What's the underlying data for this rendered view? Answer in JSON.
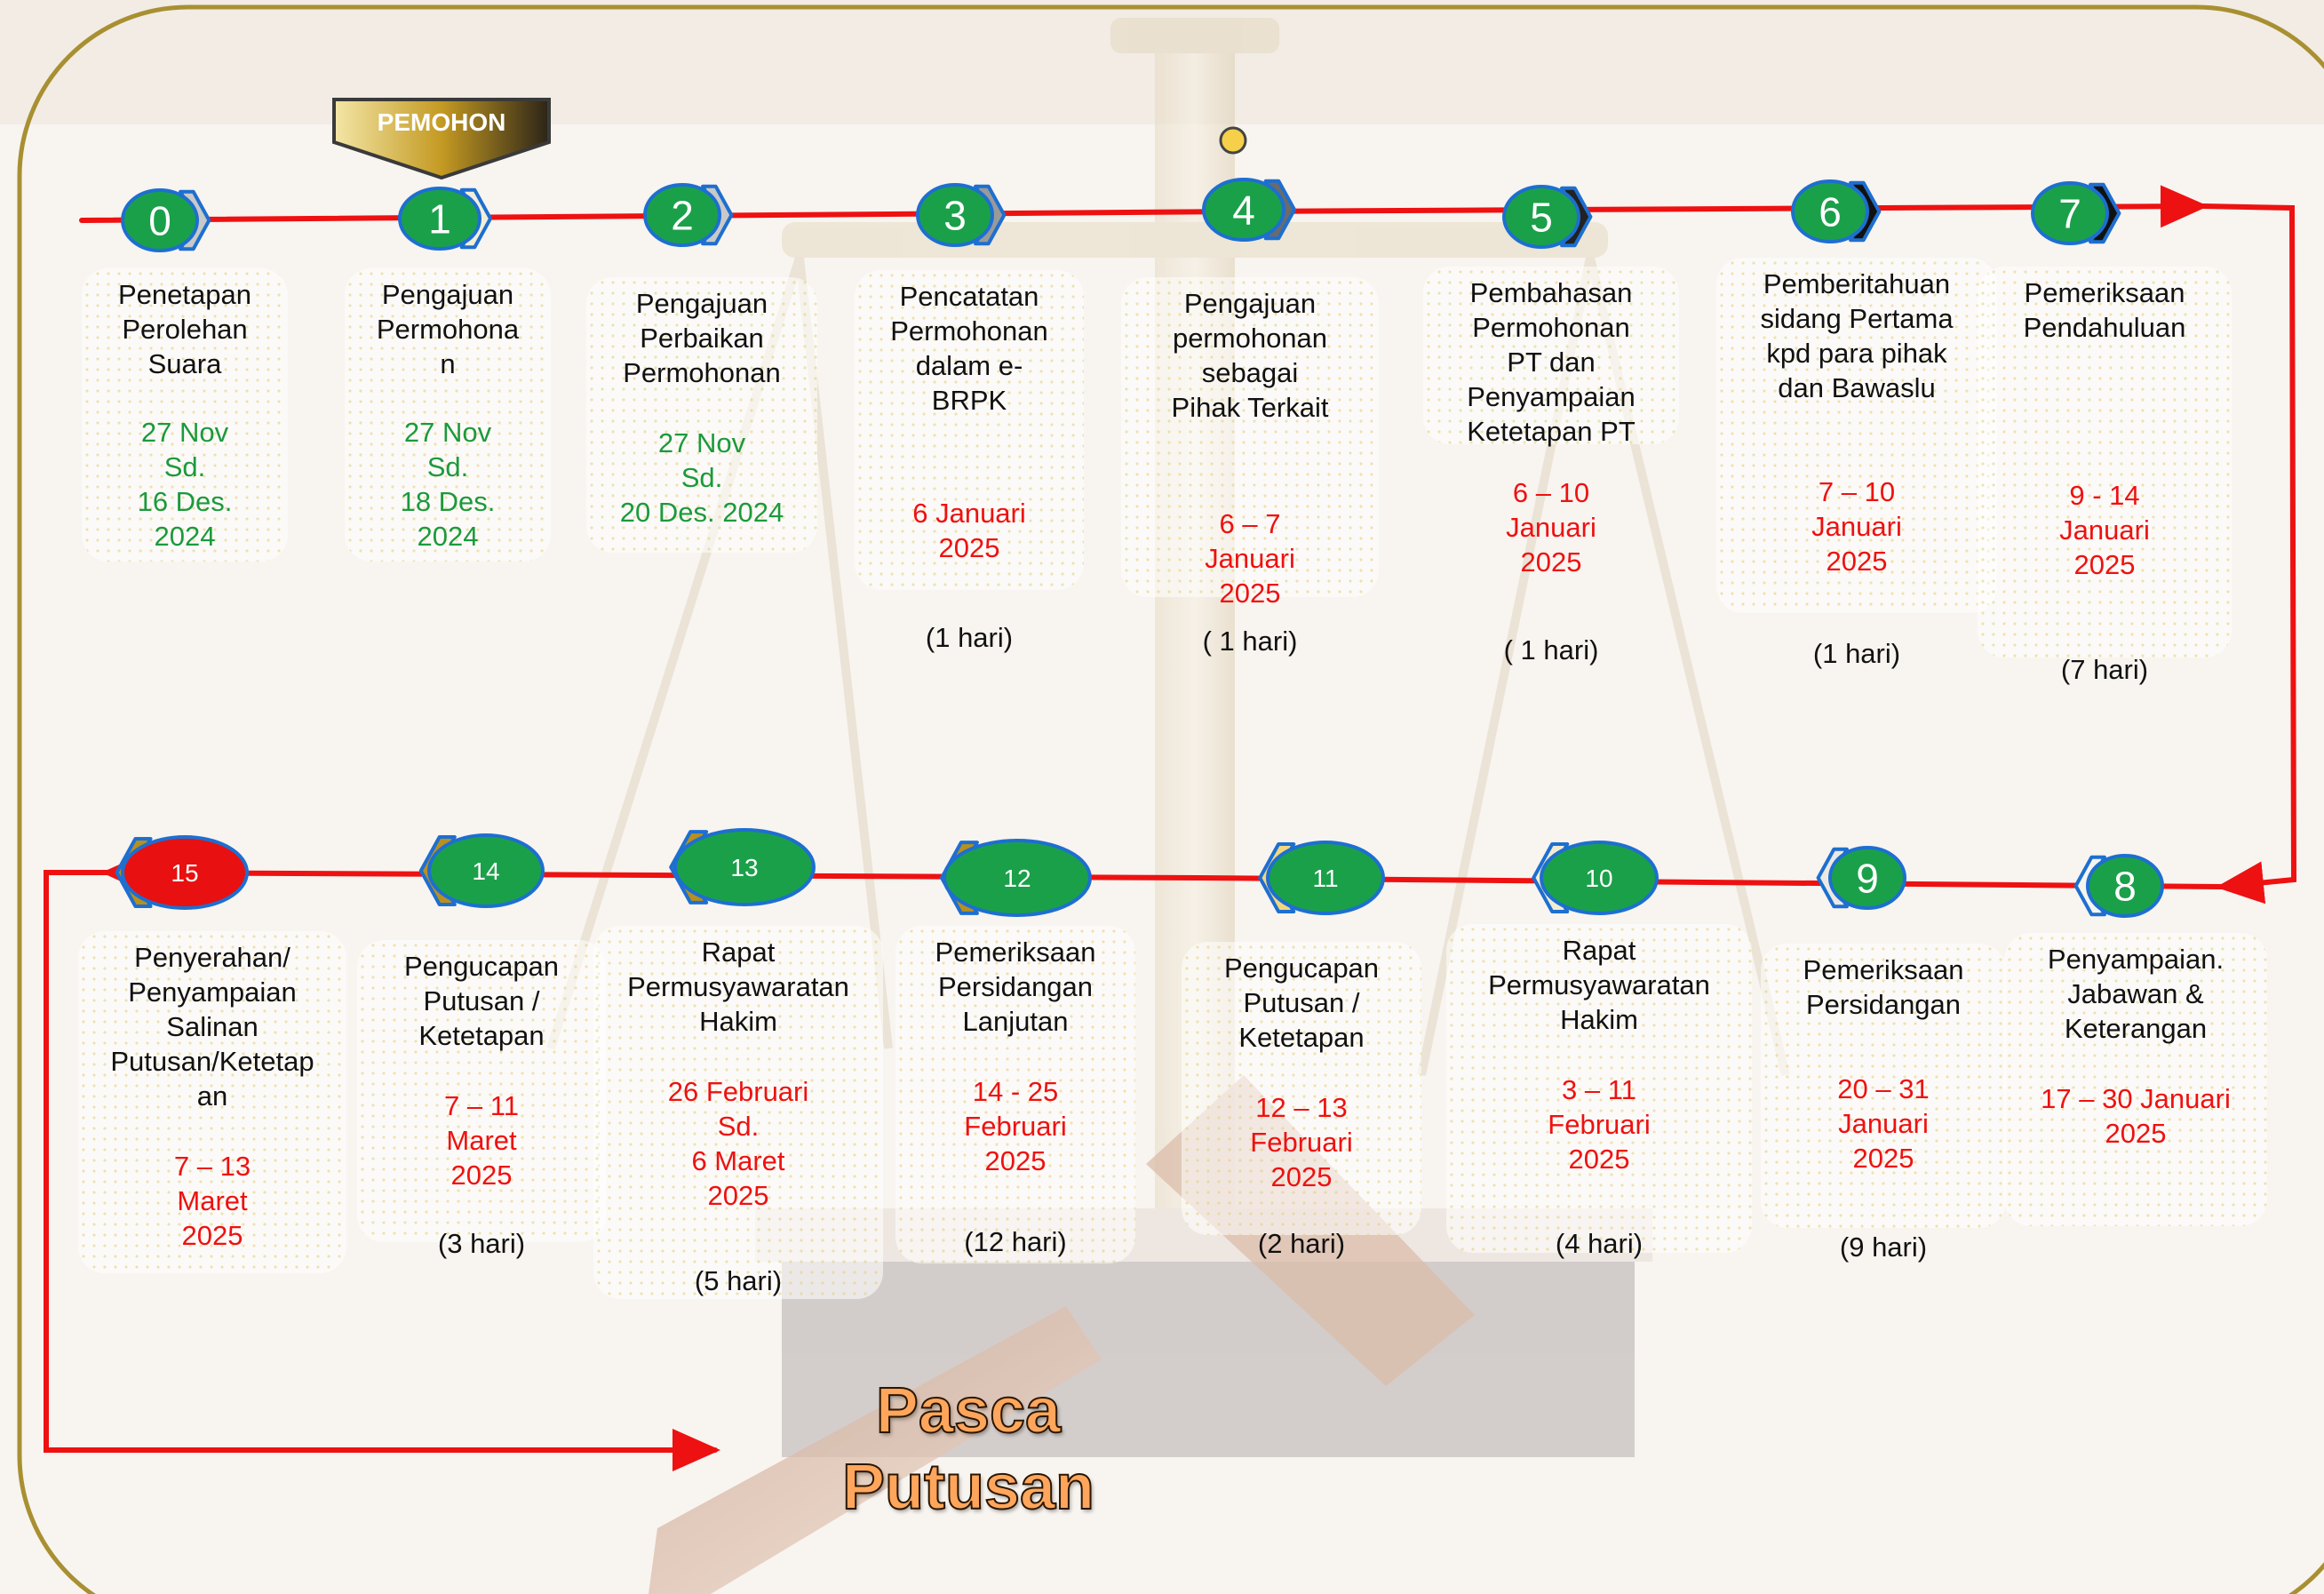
{
  "header_badge": "PEMOHON",
  "footer_title": [
    "Pasca",
    "Putusan"
  ],
  "colors": {
    "line": "#ee1111",
    "node_green": "#1ba04a",
    "node_border": "#1d6fd0",
    "node_red": "#e81010",
    "date_green": "#1b9a3c",
    "date_red": "#ee1111",
    "frame": "#a89032"
  },
  "steps": [
    {
      "num": "0",
      "title": [
        "Penetapan",
        "Perolehan",
        "Suara"
      ],
      "date": [
        "27 Nov",
        "Sd.",
        "16 Des.",
        "2024"
      ],
      "date_color": "green",
      "duration": ""
    },
    {
      "num": "1",
      "title": [
        "Pengajuan",
        "Permohona",
        "n"
      ],
      "date": [
        "27 Nov",
        "Sd.",
        "18 Des.",
        "2024"
      ],
      "date_color": "green",
      "duration": ""
    },
    {
      "num": "2",
      "title": [
        "Pengajuan",
        "Perbaikan",
        "Permohonan"
      ],
      "date": [
        "27 Nov",
        "Sd.",
        "20 Des. 2024"
      ],
      "date_color": "green",
      "duration": ""
    },
    {
      "num": "3",
      "title": [
        "Pencatatan",
        "Permohonan",
        "dalam e-",
        "BRPK"
      ],
      "date": [
        "6 Januari",
        "2025"
      ],
      "date_color": "red",
      "duration": "(1 hari)"
    },
    {
      "num": "4",
      "title": [
        "Pengajuan",
        "permohonan",
        "sebagai",
        "Pihak Terkait"
      ],
      "date": [
        "6 – 7",
        "Januari",
        "2025"
      ],
      "date_color": "red",
      "duration": "( 1 hari)"
    },
    {
      "num": "5",
      "title": [
        "Pembahasan",
        "Permohonan",
        "PT dan",
        "Penyampaian",
        "Ketetapan PT"
      ],
      "date": [
        "6 – 10",
        "Januari",
        "2025"
      ],
      "date_color": "red",
      "duration": "( 1 hari)"
    },
    {
      "num": "6",
      "title": [
        "Pemberitahuan",
        "sidang Pertama",
        "kpd para pihak",
        "dan Bawaslu"
      ],
      "date": [
        "7 – 10",
        "Januari",
        "2025"
      ],
      "date_color": "red",
      "duration": "(1 hari)"
    },
    {
      "num": "7",
      "title": [
        "Pemeriksaan",
        "Pendahuluan"
      ],
      "date": [
        "9 - 14",
        "Januari",
        "2025"
      ],
      "date_color": "red",
      "duration": "(7 hari)"
    },
    {
      "num": "8",
      "title": [
        "Penyampaian.",
        "Jabawan &",
        "Keterangan"
      ],
      "date": [
        "17 – 30  Januari",
        "2025"
      ],
      "date_color": "red",
      "duration": ""
    },
    {
      "num": "9",
      "title": [
        "Pemeriksaan",
        "Persidangan"
      ],
      "date": [
        "20 – 31",
        "Januari",
        "2025"
      ],
      "date_color": "red",
      "duration": "(9 hari)"
    },
    {
      "num": "10",
      "title": [
        "Rapat",
        "Permusyawaratan",
        "Hakim"
      ],
      "date": [
        "3 – 11",
        "Februari",
        "2025"
      ],
      "date_color": "red",
      "duration": "(4 hari)"
    },
    {
      "num": "11",
      "title": [
        "Pengucapan",
        "Putusan /",
        "Ketetapan"
      ],
      "date": [
        "12 – 13",
        "Februari",
        "2025"
      ],
      "date_color": "red",
      "duration": "(2 hari)"
    },
    {
      "num": "12",
      "title": [
        "Pemeriksaan",
        "Persidangan",
        "Lanjutan"
      ],
      "date": [
        "14 - 25",
        "Februari",
        "2025"
      ],
      "date_color": "red",
      "duration": "(12 hari)"
    },
    {
      "num": "13",
      "title": [
        "Rapat",
        "Permusyawaratan",
        "Hakim"
      ],
      "date": [
        "26 Februari",
        "Sd.",
        "6 Maret",
        "2025"
      ],
      "date_color": "red",
      "duration": "(5 hari)"
    },
    {
      "num": "14",
      "title": [
        "Pengucapan",
        "Putusan /",
        "Ketetapan"
      ],
      "date": [
        "7 – 11",
        "Maret",
        "2025"
      ],
      "date_color": "red",
      "duration": "(3 hari)"
    },
    {
      "num": "15",
      "title": [
        "Penyerahan/",
        "Penyampaian",
        "Salinan",
        "Putusan/Ketetap",
        "an"
      ],
      "date": [
        "7 – 13",
        "Maret",
        "2025"
      ],
      "date_color": "red",
      "duration": ""
    }
  ]
}
